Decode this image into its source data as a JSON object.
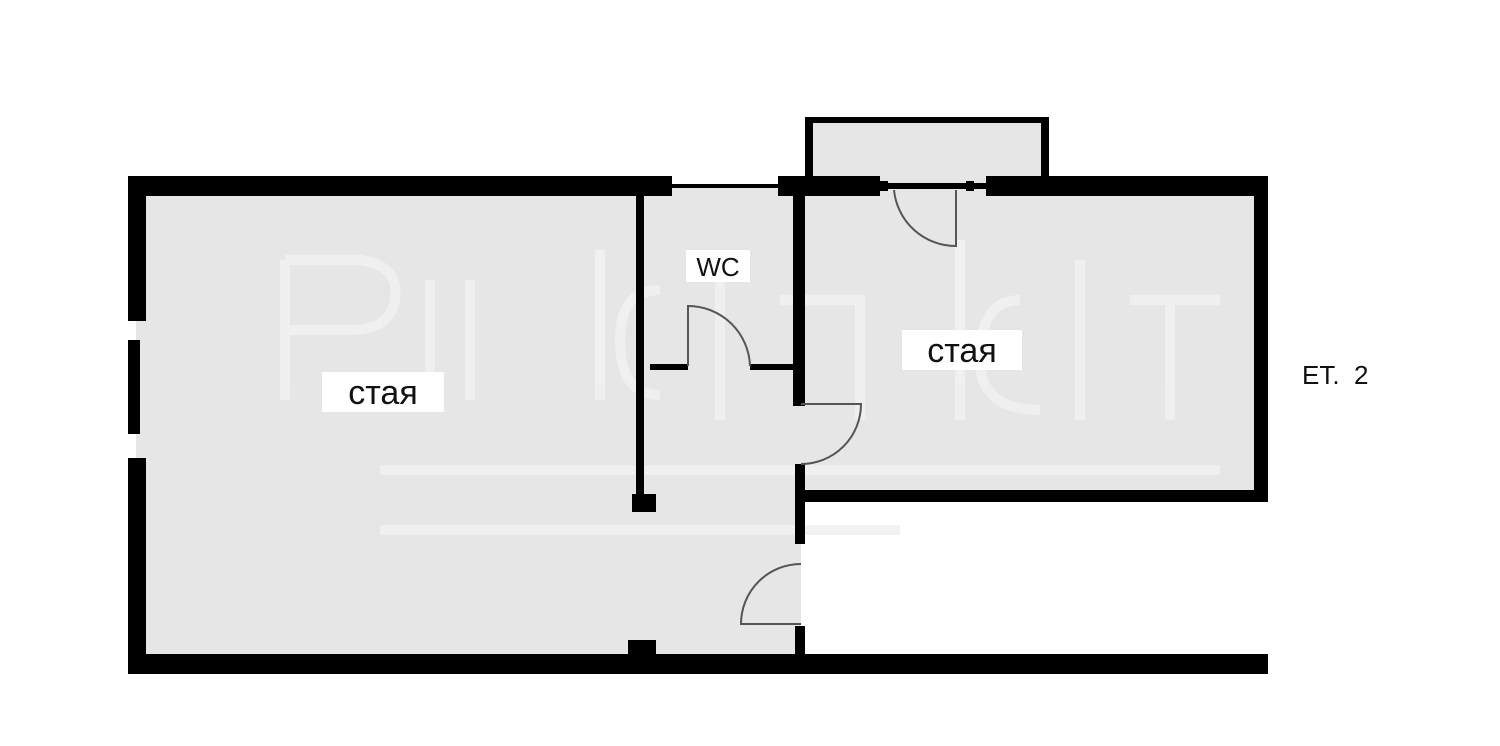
{
  "floor_plan": {
    "rooms": [
      {
        "id": "room-left",
        "label": "стая"
      },
      {
        "id": "wc",
        "label": "WC"
      },
      {
        "id": "room-right",
        "label": "стая"
      }
    ],
    "floor_label": "ET.  2"
  },
  "colors": {
    "room_fill": "#e6e6e6",
    "wall": "#000000",
    "watermark": "#f0f0f0"
  }
}
